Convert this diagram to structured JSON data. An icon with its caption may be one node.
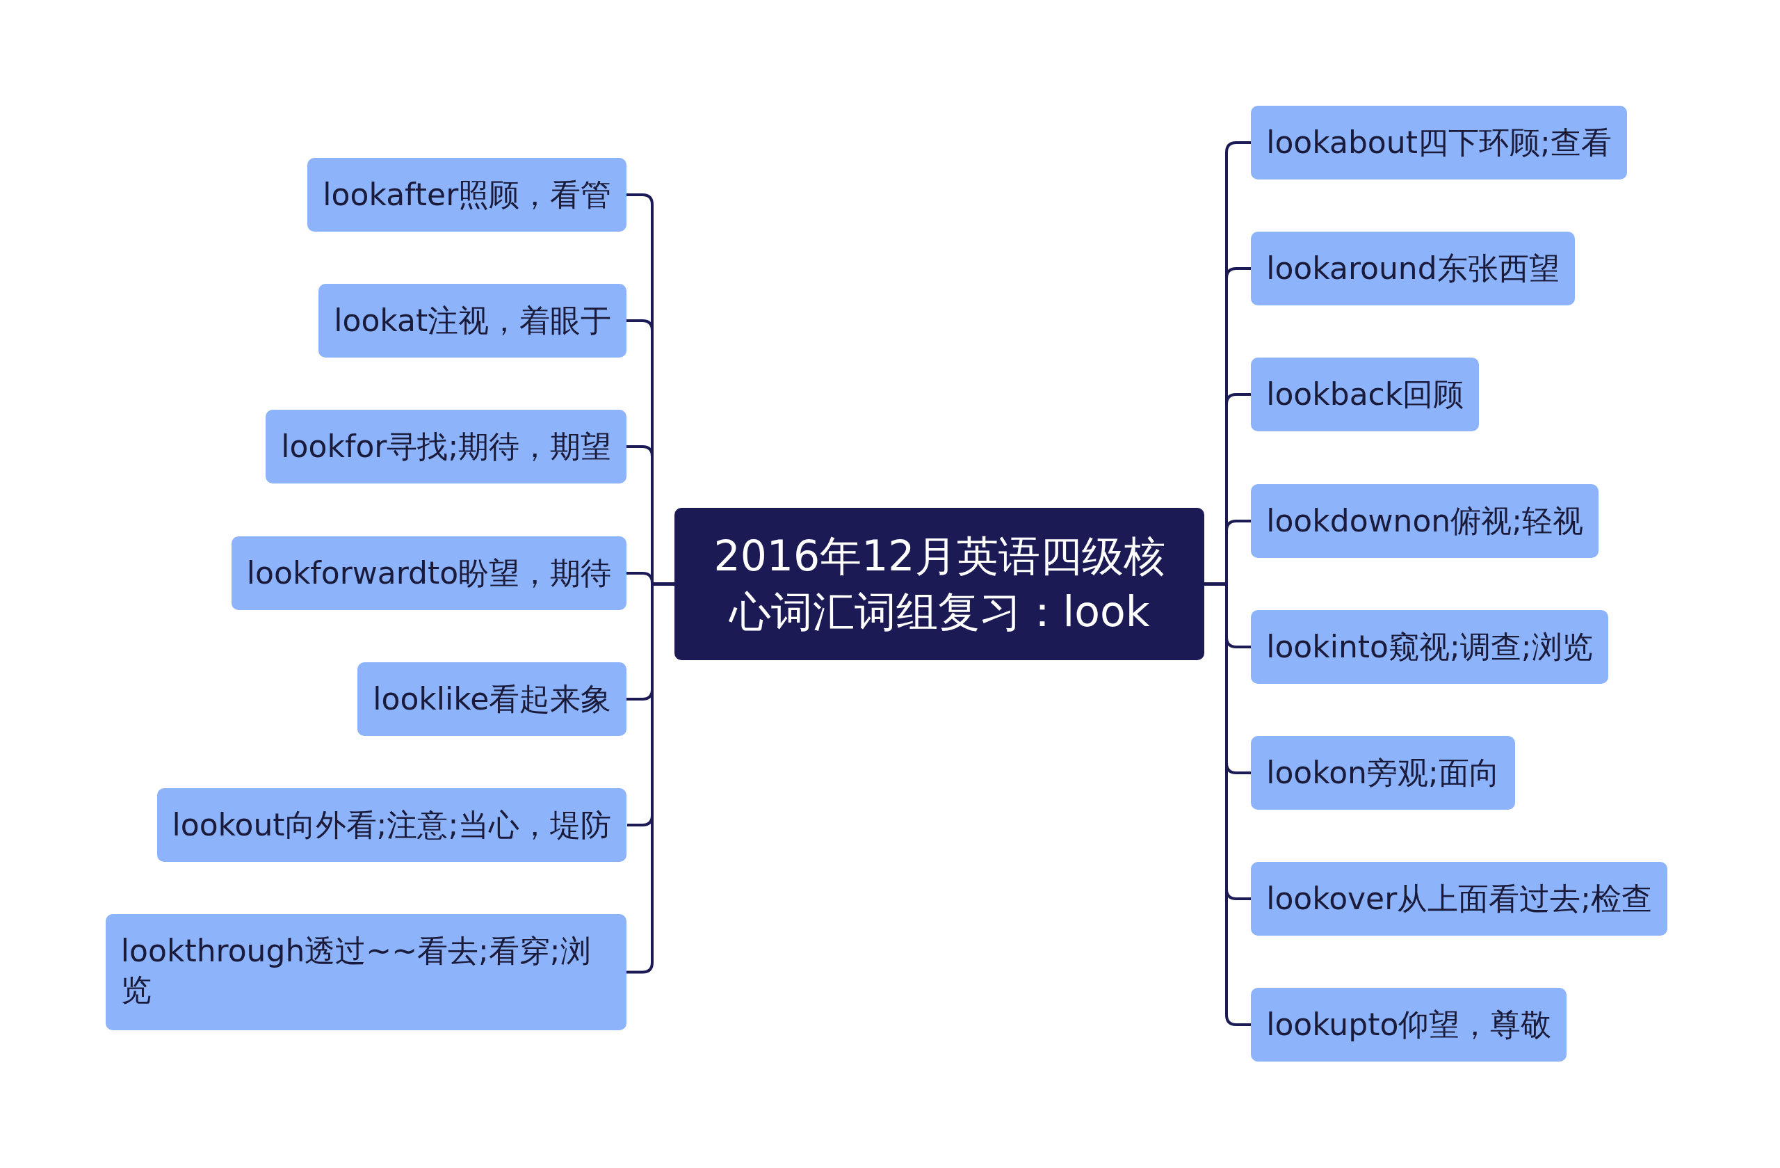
{
  "diagram": {
    "nodes": [
      {
        "text": [
          "2016年12月英语四级核心词汇词组复习：look"
        ]
      },
      {
        "text": [
          "lookafter照顾，看管"
        ]
      },
      {
        "text": [
          "lookat注视，着眼于"
        ]
      },
      {
        "text": [
          "lookfor寻找;期待，期望"
        ]
      },
      {
        "text": [
          "lookforwardto盼望，期待"
        ]
      },
      {
        "text": [
          "looklike看起来象"
        ]
      },
      {
        "text": [
          "lookout向外看;注意;当心，堤防"
        ]
      },
      {
        "text": [
          "lookthrough透过~~看去;看穿;浏览"
        ]
      },
      {
        "text": [
          "lookabout四下环顾;查看"
        ]
      },
      {
        "text": [
          "lookaround东张西望"
        ]
      },
      {
        "text": [
          "lookback回顾"
        ]
      },
      {
        "text": [
          "lookdownon俯视;轻视"
        ]
      },
      {
        "text": [
          "lookinto窥视;调查;浏览"
        ]
      },
      {
        "text": [
          "lookon旁观;面向"
        ]
      },
      {
        "text": [
          "lookover从上面看过去;检查"
        ]
      },
      {
        "text": [
          "lookupto仰望，尊敬"
        ]
      }
    ],
    "edges": [
      {
        "from": 0,
        "to": 1,
        "arrow": "none"
      },
      {
        "from": 0,
        "to": 2,
        "arrow": "none"
      },
      {
        "from": 0,
        "to": 3,
        "arrow": "none"
      },
      {
        "from": 0,
        "to": 4,
        "arrow": "none"
      },
      {
        "from": 0,
        "to": 5,
        "arrow": "none"
      },
      {
        "from": 0,
        "to": 6,
        "arrow": "none"
      },
      {
        "from": 0,
        "to": 7,
        "arrow": "none"
      },
      {
        "from": 0,
        "to": 8,
        "arrow": "none"
      },
      {
        "from": 0,
        "to": 9,
        "arrow": "none"
      },
      {
        "from": 0,
        "to": 10,
        "arrow": "none"
      },
      {
        "from": 0,
        "to": 11,
        "arrow": "none"
      },
      {
        "from": 0,
        "to": 12,
        "arrow": "none"
      },
      {
        "from": 0,
        "to": 13,
        "arrow": "none"
      },
      {
        "from": 0,
        "to": 14,
        "arrow": "none"
      },
      {
        "from": 0,
        "to": 15,
        "arrow": "none"
      }
    ]
  }
}
